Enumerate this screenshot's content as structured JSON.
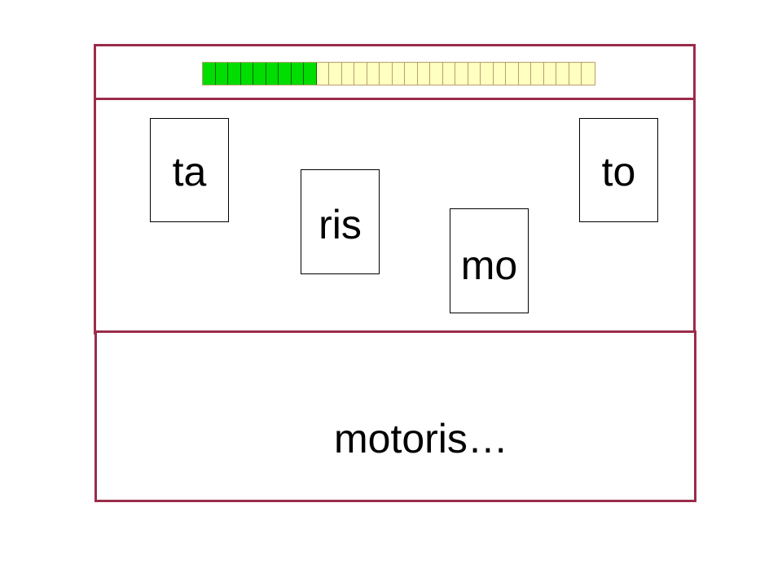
{
  "progress": {
    "total_segments": 31,
    "filled_segments": 9,
    "filled_color": "#00dd00",
    "empty_color": "#ffffc0"
  },
  "cards": [
    {
      "id": "ta",
      "label": "ta"
    },
    {
      "id": "ris",
      "label": "ris"
    },
    {
      "id": "mo",
      "label": "mo"
    },
    {
      "id": "to",
      "label": "to"
    }
  ],
  "answer": {
    "text": "motoris…"
  },
  "colors": {
    "frame": "#9b2c4a"
  }
}
